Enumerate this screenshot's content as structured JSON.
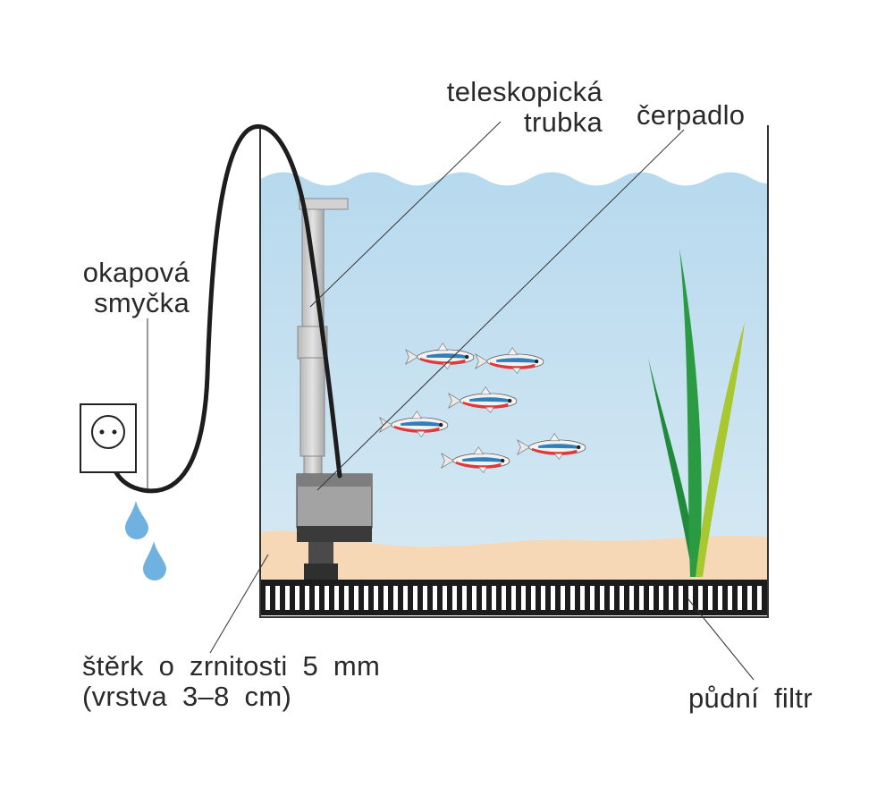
{
  "labels": {
    "loop": [
      "okapová",
      "smyčka"
    ],
    "tube": [
      "teleskopická",
      "trubka"
    ],
    "pump": "čerpadlo",
    "gravel": [
      "štěrk o zrnitosti 5 mm",
      "(vrstva 3–8 cm)"
    ],
    "filter": "půdní filtr"
  },
  "colors": {
    "water": "#cfe5f1",
    "sand": "#f6d8b6",
    "cable": "#1d1d1d",
    "pump_body": "#9a9a9a",
    "tube": "#c9c9c9",
    "plant_dark": "#1e8a3a",
    "plant_light": "#a9c72f",
    "fish_red": "#e23838",
    "fish_blue": "#2f7fb8",
    "drop": "#6fb2e2"
  },
  "icons": {
    "outlet": "power-outlet-icon",
    "drop": "water-drop-icon",
    "fish": "neon-tetra-fish",
    "plant": "aquatic-plant"
  }
}
